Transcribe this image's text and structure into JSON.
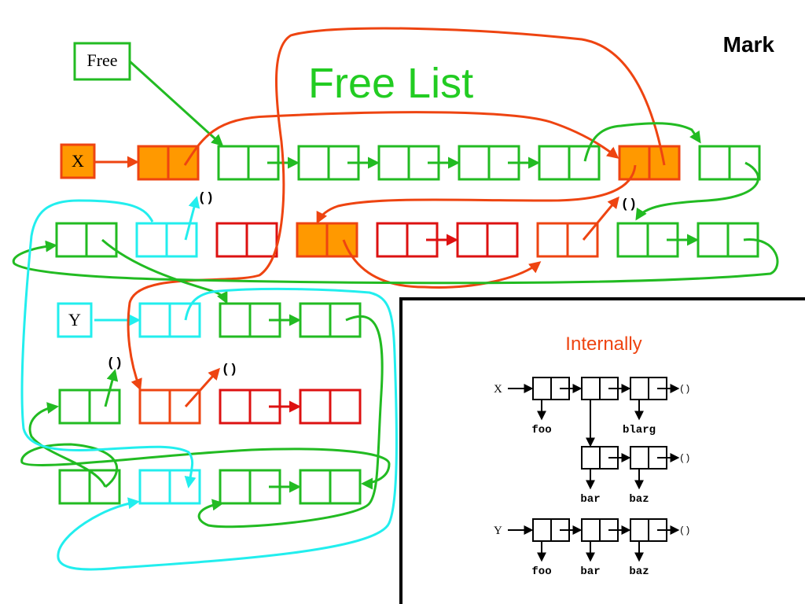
{
  "slide": {
    "heading": "Mark",
    "title": "Free List"
  },
  "labels": {
    "free": "Free",
    "x": "X",
    "y": "Y",
    "nil": "()"
  },
  "inset": {
    "title": "Internally",
    "var_x": "X",
    "var_y": "Y",
    "nil": "()",
    "symbols": {
      "foo": "foo",
      "blarg": "blarg",
      "bar": "bar",
      "baz": "baz"
    }
  },
  "colors": {
    "green": "#22bb22",
    "orange_red": "#ee4411",
    "red": "#dd1111",
    "cyan": "#22eeee",
    "orange_fill": "#ff9900",
    "title_green": "#22cc22",
    "inset_title": "#ee4411"
  }
}
